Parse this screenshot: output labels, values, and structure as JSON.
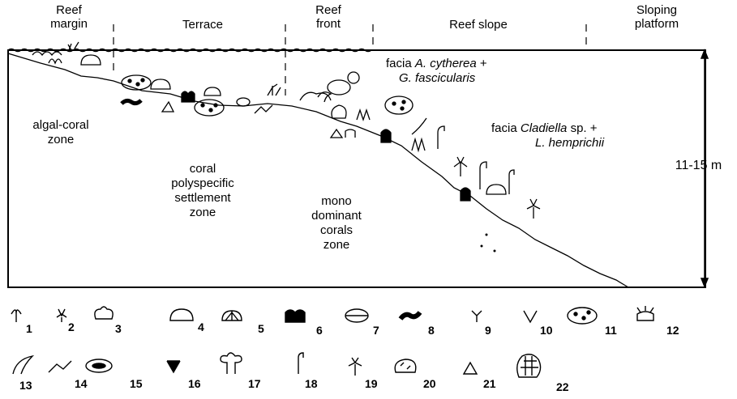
{
  "header": {
    "reef_margin": [
      "Reef",
      "margin"
    ],
    "terrace": "Terrace",
    "reef_front": [
      "Reef",
      "front"
    ],
    "reef_slope": "Reef slope",
    "sloping_platform": [
      "Sloping",
      "platform"
    ]
  },
  "zones": {
    "algal_coral": [
      "algal-coral",
      "zone"
    ],
    "coral_polyspecific": [
      "coral",
      "polyspecific",
      "settlement",
      "zone"
    ],
    "mono_dominant": [
      "mono",
      "dominant",
      "corals",
      "zone"
    ]
  },
  "facies": {
    "a_prefix": "facia ",
    "a_species_1": "A. cytherea",
    "a_plus": " +",
    "a_species_2": "G. fascicularis",
    "b_prefix": "facia ",
    "b_species_1": "Cladiella",
    "b_sp": " sp. +",
    "b_species_2": "L. hemprichii"
  },
  "depth_label": "11-15 m",
  "legend": [
    "1",
    "2",
    "3",
    "4",
    "5",
    "6",
    "7",
    "8",
    "9",
    "10",
    "11",
    "12",
    "13",
    "14",
    "15",
    "16",
    "17",
    "18",
    "19",
    "20",
    "21",
    "22"
  ],
  "colors": {
    "ink": "#000000",
    "paper": "#ffffff"
  }
}
